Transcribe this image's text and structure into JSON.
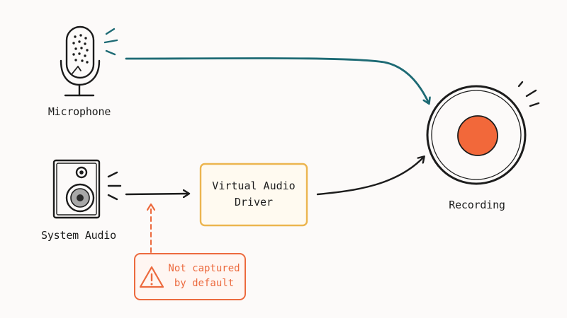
{
  "nodes": {
    "microphone": {
      "label": "Microphone"
    },
    "system_audio": {
      "label": "System Audio"
    },
    "virtual_driver": {
      "line1": "Virtual Audio",
      "line2": "Driver"
    },
    "recording": {
      "label": "Recording"
    },
    "warning": {
      "line1": "Not captured",
      "line2": "by default"
    }
  },
  "colors": {
    "ink": "#1c1c1c",
    "teal_arrow": "#1d6a74",
    "driver_box": "#ecb54f",
    "driver_fill": "#fffaf0",
    "warning": "#ec6a3e",
    "record_dot": "#f2683a",
    "background": "#fcfaf9"
  },
  "icons": {
    "microphone": "microphone-icon",
    "speaker": "speaker-icon",
    "warning": "warning-triangle-icon",
    "record": "record-button-icon"
  }
}
